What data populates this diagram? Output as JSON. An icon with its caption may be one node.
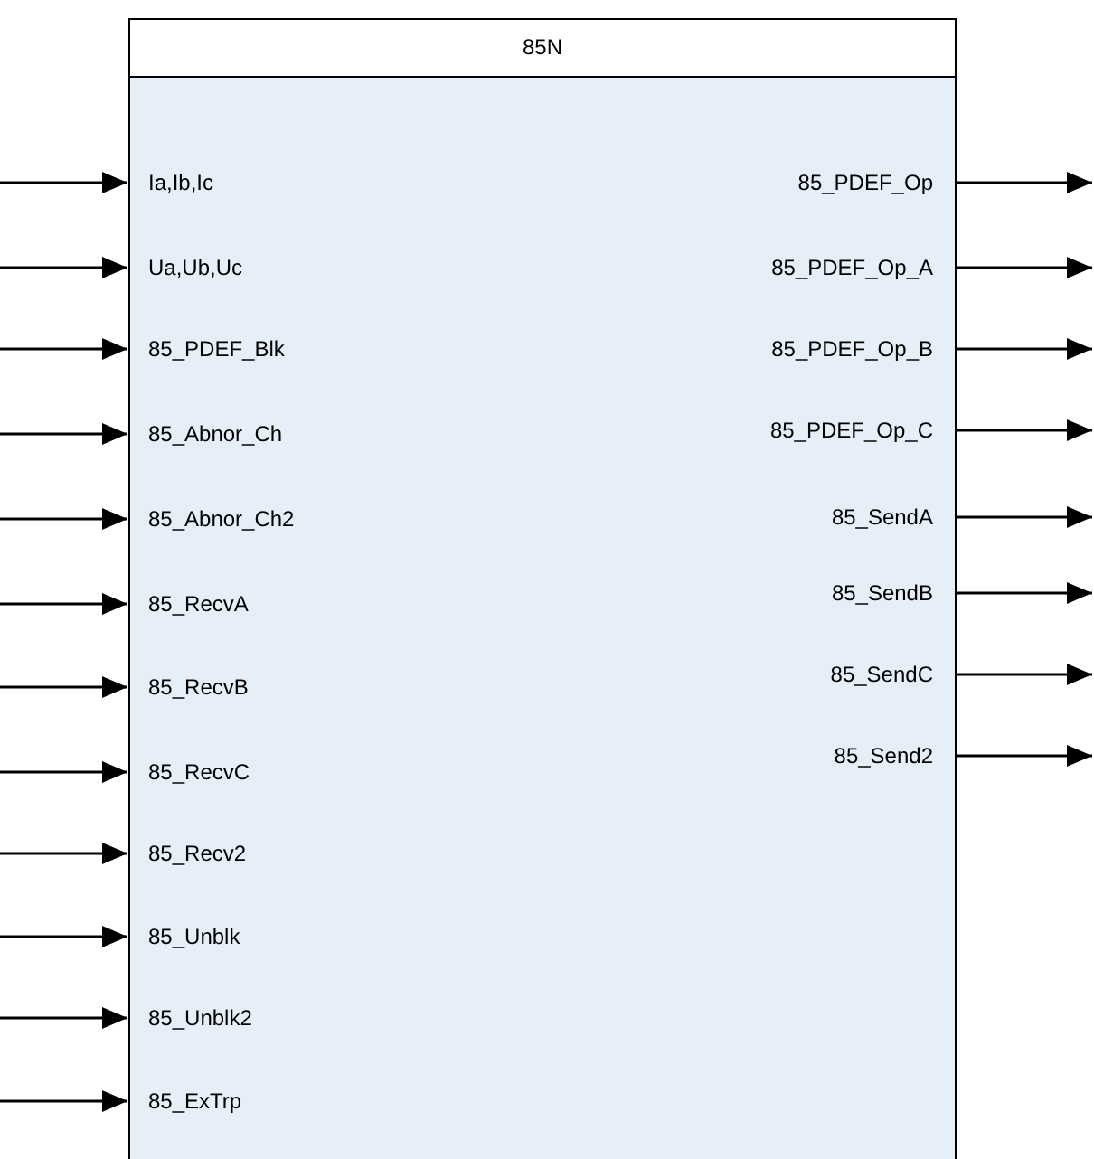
{
  "diagram": {
    "nodes": [
      {
        "text": [
          "85N"
        ]
      },
      {
        "text": [
          "Ia,Ib,Ic"
        ],
        "in": 0
      },
      {
        "text": [
          "Ua,Ub,Uc"
        ],
        "in": 0
      },
      {
        "text": [
          "85_PDEF_Blk"
        ],
        "in": 0
      },
      {
        "text": [
          "85_Abnor_Ch"
        ],
        "in": 0
      },
      {
        "text": [
          "85_Abnor_Ch2"
        ],
        "in": 0
      },
      {
        "text": [
          "85_RecvA"
        ],
        "in": 0
      },
      {
        "text": [
          "85_RecvB"
        ],
        "in": 0
      },
      {
        "text": [
          "85_RecvC"
        ],
        "in": 0
      },
      {
        "text": [
          "85_Recv2"
        ],
        "in": 0
      },
      {
        "text": [
          "85_Unblk"
        ],
        "in": 0
      },
      {
        "text": [
          "85_Unblk2"
        ],
        "in": 0
      },
      {
        "text": [
          "85_ExTrp"
        ],
        "in": 0
      },
      {
        "text": [
          "85_PDEF_Op"
        ],
        "in": 0
      },
      {
        "text": [
          "85_PDEF_Op_A"
        ],
        "in": 0
      },
      {
        "text": [
          "85_PDEF_Op_B"
        ],
        "in": 0
      },
      {
        "text": [
          "85_PDEF_Op_C"
        ],
        "in": 0
      },
      {
        "text": [
          "85_SendA"
        ],
        "in": 0
      },
      {
        "text": [
          "85_SendB"
        ],
        "in": 0
      },
      {
        "text": [
          "85_SendC"
        ],
        "in": 0
      },
      {
        "text": [
          "85_Send2"
        ],
        "in": 0
      }
    ],
    "edges": [
      {
        "from": null,
        "to": 1,
        "arrow": "to"
      },
      {
        "from": null,
        "to": 2,
        "arrow": "to"
      },
      {
        "from": null,
        "to": 3,
        "arrow": "to"
      },
      {
        "from": null,
        "to": 4,
        "arrow": "to"
      },
      {
        "from": null,
        "to": 5,
        "arrow": "to"
      },
      {
        "from": null,
        "to": 6,
        "arrow": "to"
      },
      {
        "from": null,
        "to": 7,
        "arrow": "to"
      },
      {
        "from": null,
        "to": 8,
        "arrow": "to"
      },
      {
        "from": null,
        "to": 9,
        "arrow": "to"
      },
      {
        "from": null,
        "to": 10,
        "arrow": "to"
      },
      {
        "from": null,
        "to": 11,
        "arrow": "to"
      },
      {
        "from": null,
        "to": 12,
        "arrow": "to"
      },
      {
        "from": 13,
        "to": null,
        "arrow": "to"
      },
      {
        "from": 14,
        "to": null,
        "arrow": "to"
      },
      {
        "from": 15,
        "to": null,
        "arrow": "to"
      },
      {
        "from": 16,
        "to": null,
        "arrow": "to"
      },
      {
        "from": 17,
        "to": null,
        "arrow": "to"
      },
      {
        "from": 18,
        "to": null,
        "arrow": "to"
      },
      {
        "from": 19,
        "to": null,
        "arrow": "to"
      },
      {
        "from": 20,
        "to": null,
        "arrow": "to"
      }
    ]
  }
}
